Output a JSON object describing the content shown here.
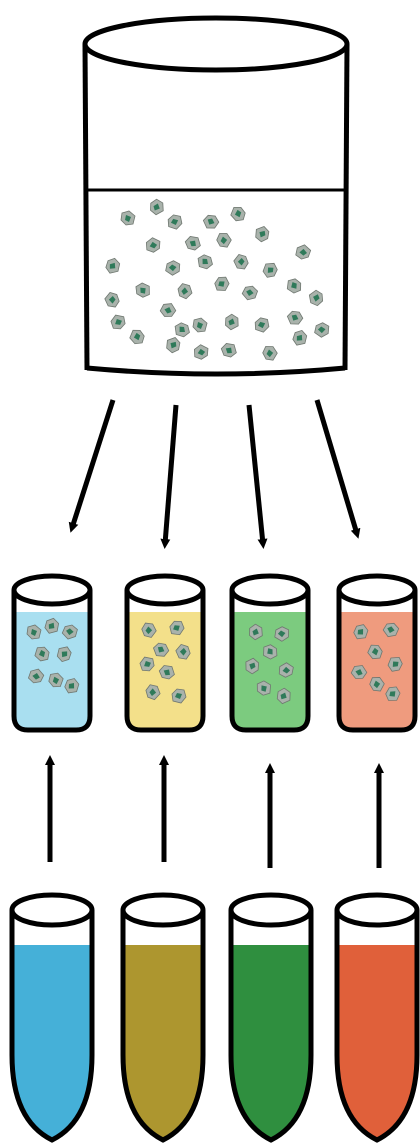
{
  "diagram": {
    "stroke_color": "#000000",
    "background": "#ffffff",
    "large_container": {
      "name": "stock-culture-vessel",
      "liquid_color": "#ffffff",
      "particle_icon": "cell-fragment-icon",
      "particle_count": 36
    },
    "particle_colors": {
      "outer": "#a9b2ab",
      "inner": "#2f7a5a"
    },
    "treatment_cups": [
      {
        "id": "blue",
        "liquid_color": "#a9dff0",
        "particle_count": 8
      },
      {
        "id": "yellow",
        "liquid_color": "#f3e08a",
        "particle_count": 8
      },
      {
        "id": "green",
        "liquid_color": "#7ccb7f",
        "particle_count": 7
      },
      {
        "id": "orange",
        "liquid_color": "#ef9b7e",
        "particle_count": 7
      }
    ],
    "reagent_tubes": [
      {
        "id": "blue",
        "color": "#45b0d8"
      },
      {
        "id": "yellow",
        "color": "#ad962f"
      },
      {
        "id": "green",
        "color": "#2f8f3f"
      },
      {
        "id": "orange",
        "color": "#e0603a"
      }
    ],
    "arrows": [
      {
        "id": "split-1",
        "direction": "down"
      },
      {
        "id": "split-2",
        "direction": "down"
      },
      {
        "id": "split-3",
        "direction": "down"
      },
      {
        "id": "split-4",
        "direction": "down"
      },
      {
        "id": "add-1",
        "direction": "up"
      },
      {
        "id": "add-2",
        "direction": "up"
      },
      {
        "id": "add-3",
        "direction": "up"
      },
      {
        "id": "add-4",
        "direction": "up"
      }
    ]
  }
}
